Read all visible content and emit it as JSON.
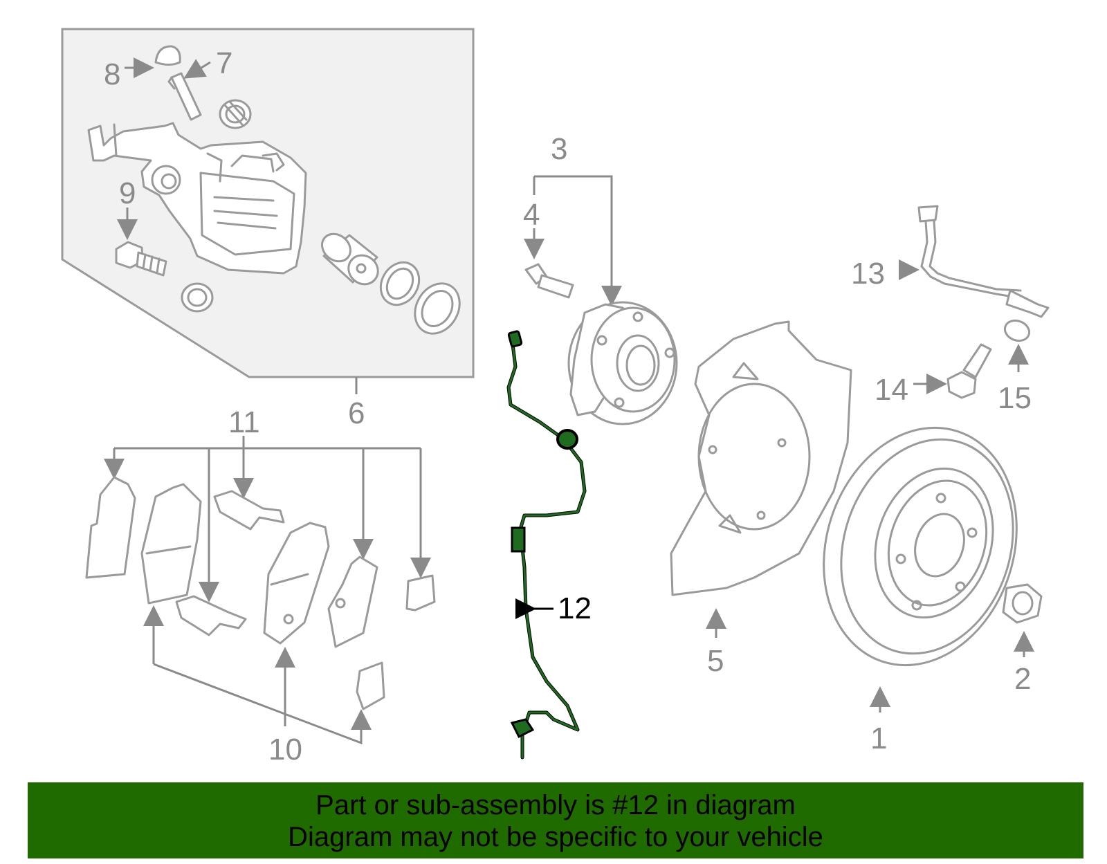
{
  "callouts": {
    "c1": "1",
    "c2": "2",
    "c3": "3",
    "c4": "4",
    "c5": "5",
    "c6": "6",
    "c7": "7",
    "c8": "8",
    "c9": "9",
    "c10": "10",
    "c11": "11",
    "c12": "12",
    "c13": "13",
    "c14": "14",
    "c15": "15"
  },
  "highlight": {
    "part_number": "12",
    "color": "#1f6b1f"
  },
  "colors": {
    "banner_bg": "#1f6b00",
    "line_art": "#9a9a9a",
    "caliper_box_bg": "#f1f1f1"
  },
  "banner": {
    "line1": "Part or sub-assembly is #12 in diagram",
    "line2": "Diagram may not be specific to your vehicle"
  }
}
